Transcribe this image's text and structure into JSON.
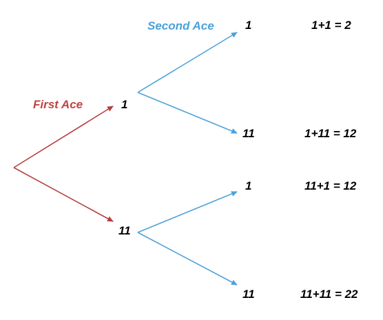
{
  "labels": {
    "first_ace": "First Ace",
    "second_ace": "Second Ace"
  },
  "first_level": {
    "top": "1",
    "bottom": "11"
  },
  "outcomes": [
    {
      "value": "1",
      "sum": "1+1 = 2"
    },
    {
      "value": "11",
      "sum": "1+11 = 12"
    },
    {
      "value": "1",
      "sum": "11+1 = 12"
    },
    {
      "value": "11",
      "sum": "11+11 = 22"
    }
  ],
  "colors": {
    "first_branch": "#b5403d",
    "second_branch": "#4ca3d8",
    "first_label": "#c0433f",
    "second_label": "#4aa2d8",
    "text": "#000000"
  }
}
